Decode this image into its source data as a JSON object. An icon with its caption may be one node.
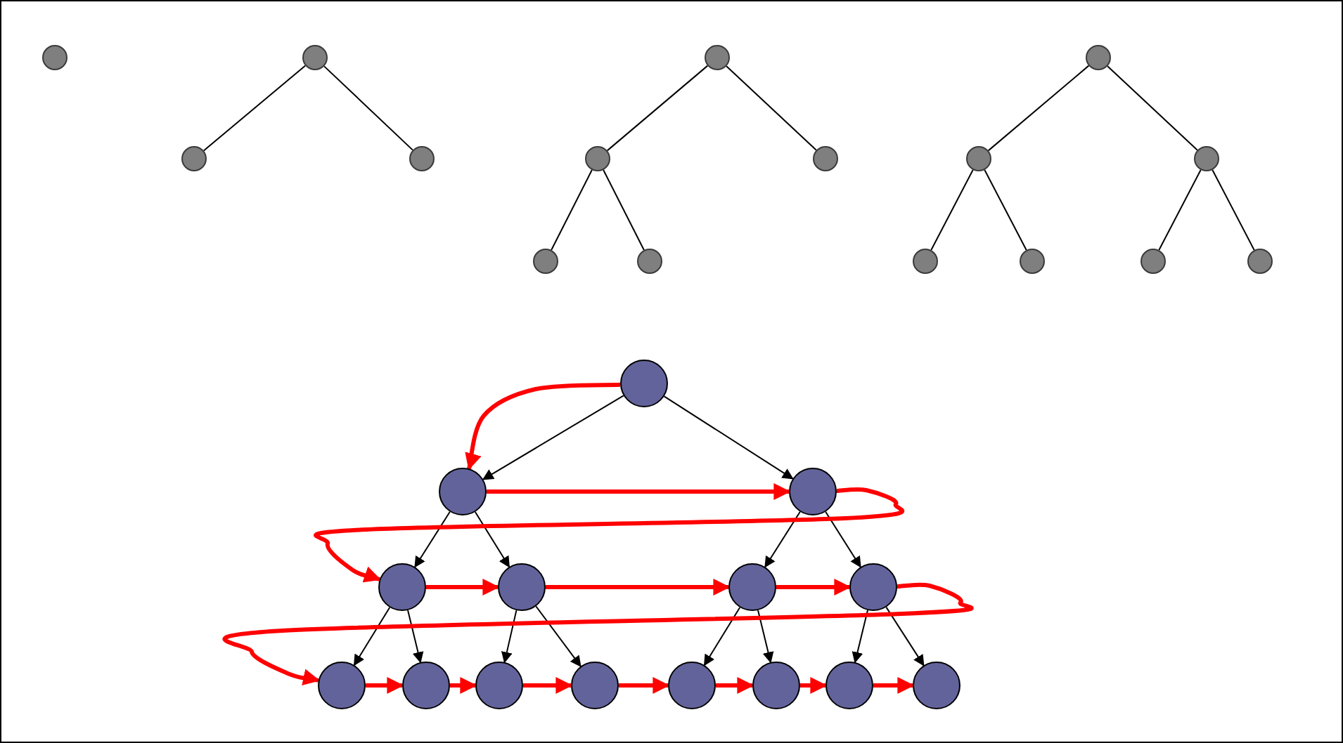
{
  "diagram": {
    "nodes": [
      {
        "text": [],
        "shape": "circle"
      },
      {
        "text": [],
        "shape": "circle"
      },
      {
        "text": [],
        "shape": "circle"
      },
      {
        "text": [],
        "shape": "circle"
      },
      {
        "text": [],
        "shape": "circle"
      },
      {
        "text": [],
        "shape": "circle"
      },
      {
        "text": [],
        "shape": "circle"
      },
      {
        "text": [],
        "shape": "circle"
      },
      {
        "text": [],
        "shape": "circle"
      },
      {
        "text": [],
        "shape": "circle"
      },
      {
        "text": [],
        "shape": "circle"
      },
      {
        "text": [],
        "shape": "circle"
      },
      {
        "text": [],
        "shape": "circle"
      },
      {
        "text": [],
        "shape": "circle"
      },
      {
        "text": [],
        "shape": "circle"
      },
      {
        "text": [],
        "shape": "circle"
      },
      {
        "text": [],
        "shape": "circle"
      },
      {
        "text": [],
        "shape": "circle"
      },
      {
        "text": [],
        "shape": "circle"
      },
      {
        "text": [],
        "shape": "circle"
      },
      {
        "text": [],
        "shape": "circle"
      },
      {
        "text": [],
        "shape": "circle"
      },
      {
        "text": [],
        "shape": "circle"
      },
      {
        "text": [],
        "shape": "circle"
      },
      {
        "text": [],
        "shape": "circle"
      },
      {
        "text": [],
        "shape": "circle"
      },
      {
        "text": [],
        "shape": "circle"
      },
      {
        "text": [],
        "shape": "circle"
      },
      {
        "text": [],
        "shape": "circle"
      },
      {
        "text": [],
        "shape": "circle"
      },
      {
        "text": [],
        "shape": "circle"
      }
    ],
    "edges": [
      {
        "from": 1,
        "to": 2,
        "arrow": "none"
      },
      {
        "from": 1,
        "to": 3,
        "arrow": "none"
      },
      {
        "from": 4,
        "to": 5,
        "arrow": "none"
      },
      {
        "from": 4,
        "to": 6,
        "arrow": "none"
      },
      {
        "from": 5,
        "to": 7,
        "arrow": "none"
      },
      {
        "from": 5,
        "to": 8,
        "arrow": "none"
      },
      {
        "from": 9,
        "to": 10,
        "arrow": "none"
      },
      {
        "from": 9,
        "to": 11,
        "arrow": "none"
      },
      {
        "from": 10,
        "to": 12,
        "arrow": "none"
      },
      {
        "from": 10,
        "to": 13,
        "arrow": "none"
      },
      {
        "from": 11,
        "to": 14,
        "arrow": "none"
      },
      {
        "from": 11,
        "to": 15,
        "arrow": "none"
      },
      {
        "from": 16,
        "to": 17,
        "arrow": "to"
      },
      {
        "from": 16,
        "to": 18,
        "arrow": "to"
      },
      {
        "from": 17,
        "to": 19,
        "arrow": "to"
      },
      {
        "from": 17,
        "to": 20,
        "arrow": "to"
      },
      {
        "from": 18,
        "to": 21,
        "arrow": "to"
      },
      {
        "from": 18,
        "to": 22,
        "arrow": "to"
      },
      {
        "from": 19,
        "to": 23,
        "arrow": "to"
      },
      {
        "from": 19,
        "to": 24,
        "arrow": "to"
      },
      {
        "from": 20,
        "to": 25,
        "arrow": "to"
      },
      {
        "from": 20,
        "to": 26,
        "arrow": "to"
      },
      {
        "from": 21,
        "to": 27,
        "arrow": "to"
      },
      {
        "from": 21,
        "to": 28,
        "arrow": "to"
      },
      {
        "from": 22,
        "to": 29,
        "arrow": "to"
      },
      {
        "from": 22,
        "to": 30,
        "arrow": "to"
      },
      {
        "from": 16,
        "to": 17,
        "arrow": "to",
        "style": "thick",
        "color": "#ff0000"
      },
      {
        "from": 17,
        "to": 18,
        "arrow": "to",
        "style": "thick",
        "color": "#ff0000"
      },
      {
        "from": 18,
        "to": 19,
        "arrow": "to",
        "style": "thick",
        "color": "#ff0000"
      },
      {
        "from": 19,
        "to": 20,
        "arrow": "to",
        "style": "thick",
        "color": "#ff0000"
      },
      {
        "from": 20,
        "to": 21,
        "arrow": "to",
        "style": "thick",
        "color": "#ff0000"
      },
      {
        "from": 21,
        "to": 22,
        "arrow": "to",
        "style": "thick",
        "color": "#ff0000"
      },
      {
        "from": 22,
        "to": 23,
        "arrow": "to",
        "style": "thick",
        "color": "#ff0000"
      },
      {
        "from": 23,
        "to": 24,
        "arrow": "to",
        "style": "thick",
        "color": "#ff0000"
      },
      {
        "from": 24,
        "to": 25,
        "arrow": "to",
        "style": "thick",
        "color": "#ff0000"
      },
      {
        "from": 25,
        "to": 26,
        "arrow": "to",
        "style": "thick",
        "color": "#ff0000"
      },
      {
        "from": 26,
        "to": 27,
        "arrow": "to",
        "style": "thick",
        "color": "#ff0000"
      },
      {
        "from": 27,
        "to": 28,
        "arrow": "to",
        "style": "thick",
        "color": "#ff0000"
      },
      {
        "from": 28,
        "to": 29,
        "arrow": "to",
        "style": "thick",
        "color": "#ff0000"
      },
      {
        "from": 29,
        "to": 30,
        "arrow": "to",
        "style": "thick",
        "color": "#ff0000"
      }
    ]
  }
}
